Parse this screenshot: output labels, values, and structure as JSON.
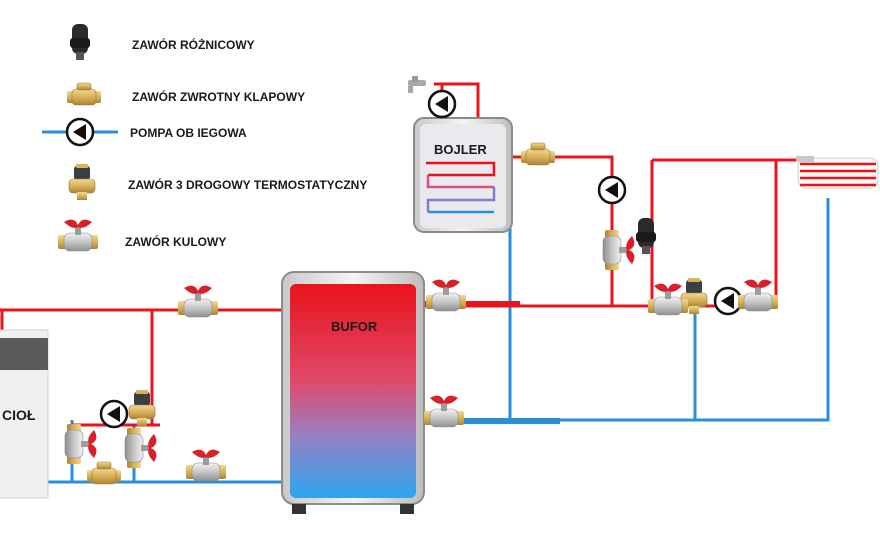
{
  "legend": {
    "differential_valve": "ZAWÓR RÓŻNICOWY",
    "check_valve": "ZAWÓR ZWROTNY KLAPOWY",
    "circulation_pump": "POMPA OB IEGOWA",
    "thermostatic_valve": "ZAWÓR  3 DROGOWY TERMOSTATYCZNY",
    "ball_valve": "ZAWÓR KULOWY"
  },
  "tanks": {
    "boiler_heater": "BOJLER",
    "buffer": "BUFOR",
    "boiler": "CIOŁ"
  },
  "colors": {
    "hot_pipe": "#e8141b",
    "cold_pipe": "#2a8fd8",
    "valve_brass": "#d9b25a",
    "valve_handle": "#d8202a",
    "pump_body": "#111111"
  },
  "icons": [
    "differential-valve-icon",
    "check-valve-icon",
    "pump-icon",
    "thermostatic-valve-icon",
    "ball-valve-icon",
    "tap-icon",
    "radiator-icon"
  ]
}
